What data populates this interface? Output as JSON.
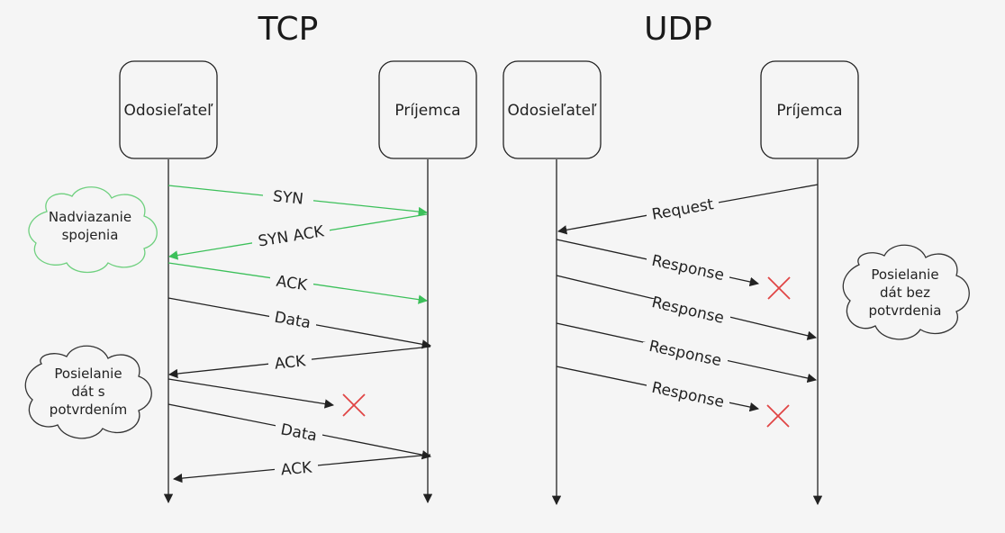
{
  "titles": {
    "tcp": "TCP",
    "udp": "UDP"
  },
  "tcp": {
    "sender": "Odosieľateľ",
    "receiver": "Príjemca",
    "messages": [
      {
        "label": "SYN",
        "color": "#3cc05a"
      },
      {
        "label": "SYN ACK",
        "color": "#3cc05a"
      },
      {
        "label": "ACK",
        "color": "#3cc05a"
      },
      {
        "label": "Data",
        "color": "#222222"
      },
      {
        "label": "ACK",
        "color": "#222222"
      },
      {
        "label": "Data",
        "color": "#222222"
      },
      {
        "label": "ACK",
        "color": "#222222"
      }
    ],
    "notes": {
      "connection": [
        "Nadviazanie",
        "spojenia"
      ],
      "confirmed": [
        "Posielanie",
        "dát s",
        "potvrdením"
      ]
    }
  },
  "udp": {
    "sender": "Odosieľateľ",
    "receiver": "Príjemca",
    "messages": [
      {
        "label": "Request"
      },
      {
        "label": "Response",
        "lost": true
      },
      {
        "label": "Response"
      },
      {
        "label": "Response"
      },
      {
        "label": "Response",
        "lost": true
      }
    ],
    "notes": {
      "unconfirmed": [
        "Posielanie",
        "dát bez",
        "potvrdenia"
      ]
    }
  },
  "colors": {
    "background": "#f5f5f5",
    "handshake": "#3cc05a",
    "arrow": "#222222",
    "lost": "#e04444",
    "cloud_tcp_handshake": "#6fd07f",
    "cloud_default": "#333333"
  },
  "icons": {
    "loss_marker": "x-cross-icon"
  }
}
